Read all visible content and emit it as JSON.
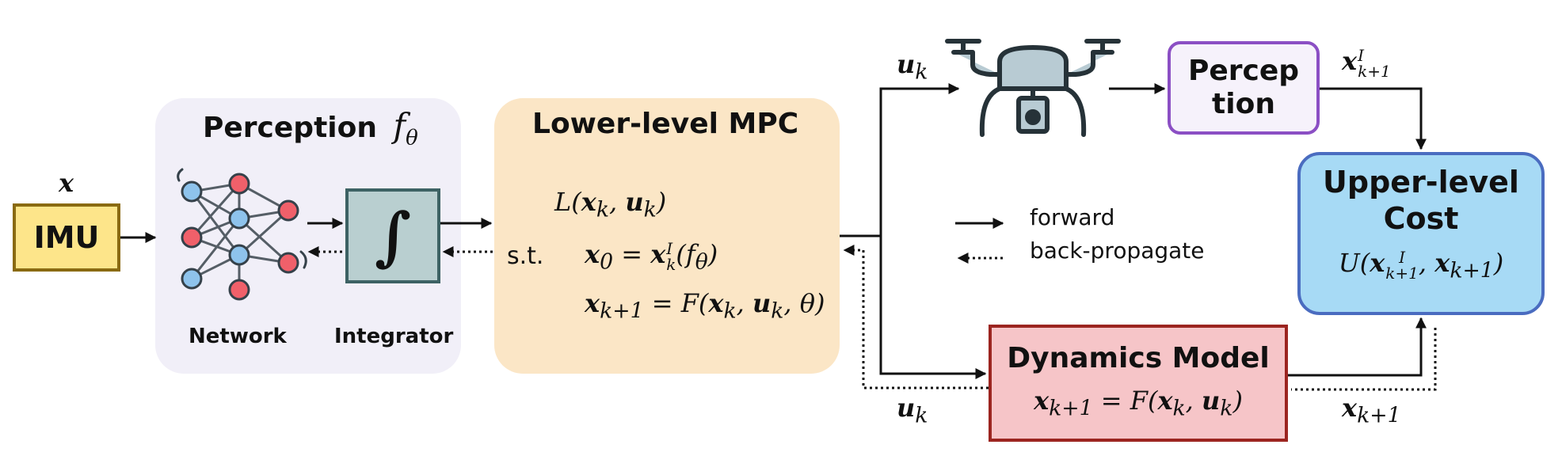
{
  "imu": {
    "input_label": "x",
    "label": "IMU"
  },
  "perception_block": {
    "title": "Perception",
    "f_symbol": "f",
    "f_sub": "θ",
    "network_label": "Network",
    "integrator_label": "Integrator",
    "integral_symbol": "∫"
  },
  "mpc": {
    "title": "Lower-level MPC",
    "objective": "L(x_k, u_k)",
    "st_label": "s.t.",
    "constraint1": "x_0 = x_k^I(f_θ)",
    "constraint2": "x_{k+1} = F(x_k, u_k, θ)"
  },
  "labels": {
    "u_top": "u_k",
    "u_bottom": "u_k",
    "x_perc_out": "x_{k+1}^I",
    "x_dyn_out": "x_{k+1}"
  },
  "perception_right": {
    "line1": "Percep",
    "line2": "tion"
  },
  "upper_cost": {
    "line1": "Upper-level",
    "line2": "Cost",
    "formula": "U(x_{k+1}^I, x_{k+1})"
  },
  "dynamics": {
    "title": "Dynamics Model",
    "formula": "x_{k+1} = F(x_k, u_k)"
  },
  "legend": {
    "forward": "forward",
    "backward": "back-propagate"
  },
  "colors": {
    "imu_fill": "#fde58a",
    "imu_border": "#8a6a10",
    "perception_bg": "#f1eff8",
    "integrator_fill": "#b9cfd0",
    "integrator_border": "#3d6264",
    "mpc_bg": "#fbe6c6",
    "perc_right_border": "#8b4fc4",
    "cost_fill": "#a7daf5",
    "cost_border": "#4a6cc0",
    "dyn_fill": "#f6c5c8",
    "dyn_border": "#9c2520",
    "node_red": "#f0606a",
    "node_blue": "#8ec3ec",
    "edge": "#555e66"
  }
}
